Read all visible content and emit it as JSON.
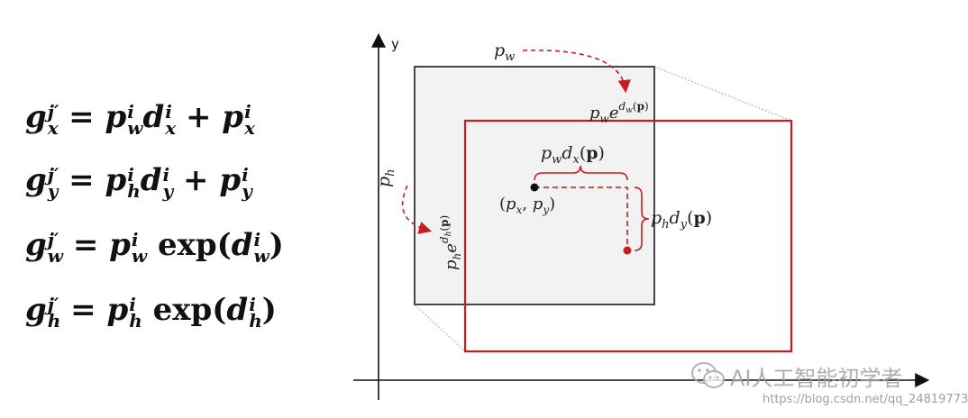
{
  "equations": [
    {
      "lhs_var": "g",
      "lhs_sub": "x",
      "lhs_sup": "j′",
      "rhs": [
        "p",
        "w",
        "i",
        "d",
        "x",
        "i",
        "p",
        "x",
        "i"
      ]
    },
    {
      "lhs_var": "g",
      "lhs_sub": "y",
      "lhs_sup": "j′"
    },
    {
      "lhs_var": "g",
      "lhs_sub": "w",
      "lhs_sup": "j′"
    },
    {
      "lhs_var": "g",
      "lhs_sub": "h",
      "lhs_sup": "j′"
    }
  ],
  "diagram": {
    "y_axis_label": "y",
    "labels": {
      "pw": "p_w",
      "pw_exp": "p_w e^{d_w(p)}",
      "ph": "p_h",
      "ph_exp": "p_h e^{d_h(p)}",
      "pw_dx": "p_w d_x(p)",
      "center": "(p_x, p_y)",
      "ph_dy": "p_h d_y(p)"
    },
    "colors": {
      "box_fill": "#f2f2f2",
      "box_stroke": "#333333",
      "target_stroke": "#c81d1d",
      "arrow": "#c81d1d"
    }
  },
  "watermark": {
    "text": "AI人工智能初学者",
    "url": "https://blog.csdn.net/qq_24819773"
  }
}
